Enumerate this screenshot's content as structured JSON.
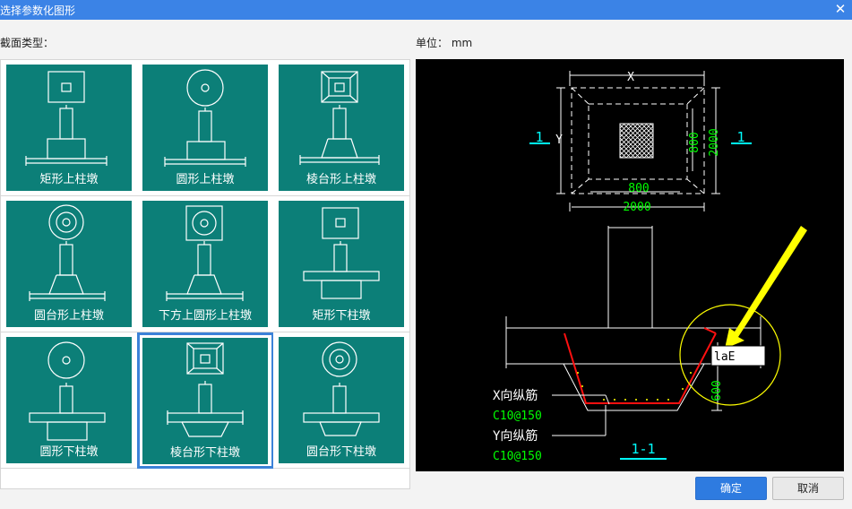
{
  "window": {
    "title": "选择参数化图形",
    "close_glyph": "✕"
  },
  "labels": {
    "section_type": "截面类型：",
    "unit": "单位：  mm"
  },
  "tiles": [
    {
      "label": "矩形上柱墩"
    },
    {
      "label": "圆形上柱墩"
    },
    {
      "label": "棱台形上柱墩"
    },
    {
      "label": "圆台形上柱墩"
    },
    {
      "label": "下方上圆形上柱墩"
    },
    {
      "label": "矩形下柱墩"
    },
    {
      "label": "圆形下柱墩"
    },
    {
      "label": "棱台形下柱墩",
      "selected": true
    },
    {
      "label": "圆台形下柱墩"
    }
  ],
  "preview": {
    "dim_x": "X",
    "dim_y": "Y",
    "dim_800_h": "800",
    "dim_800_v": "800",
    "dim_2000_h": "2000",
    "dim_2000_v": "2000",
    "section_mark_left": "1",
    "section_mark_right": "1",
    "dim_600": "600",
    "lae": "laE",
    "x_rebar": "X向纵筋",
    "x_rebar_spec": "C10@150",
    "y_rebar": "Y向纵筋",
    "y_rebar_spec": "C10@150",
    "section_title": "1-1"
  },
  "buttons": {
    "ok": "确定",
    "cancel": "取消"
  },
  "colors": {
    "tile_bg": "#0c7f78",
    "accent": "#2e7be0",
    "cad_bg": "#000000"
  }
}
